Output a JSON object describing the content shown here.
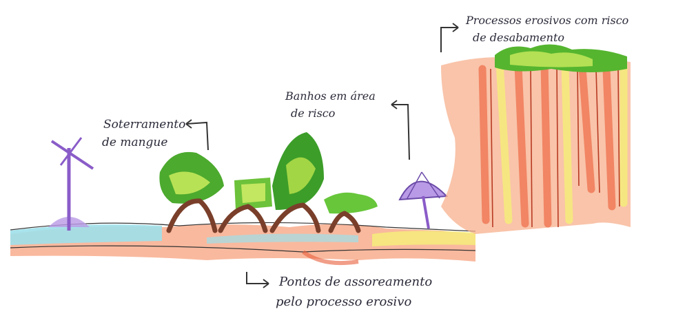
{
  "annotations": {
    "erosive_processes_line1": "Processos erosivos com risco",
    "erosive_processes_line2": "de desabamento",
    "beach_risk_line1": "Banhos em área",
    "beach_risk_line2": "de risco",
    "mangrove_line1": "Soterramento",
    "mangrove_line2": "de mangue",
    "silting_line1": "Pontos de assoreamento",
    "silting_line2": "pelo processo erosivo"
  },
  "colors": {
    "cliff_orange": "#f08a5c",
    "cliff_yellow": "#f6ec7a",
    "mangrove_green": "#3fa12a",
    "light_green": "#b7e04a",
    "root_brown": "#7a3f2a",
    "water_blue": "#9fe0ea",
    "umbrella_purple": "#9c7bd0",
    "ink": "#2b2b3a"
  },
  "icons": {
    "windmill": "windmill-icon",
    "umbrella": "beach-umbrella-icon"
  }
}
